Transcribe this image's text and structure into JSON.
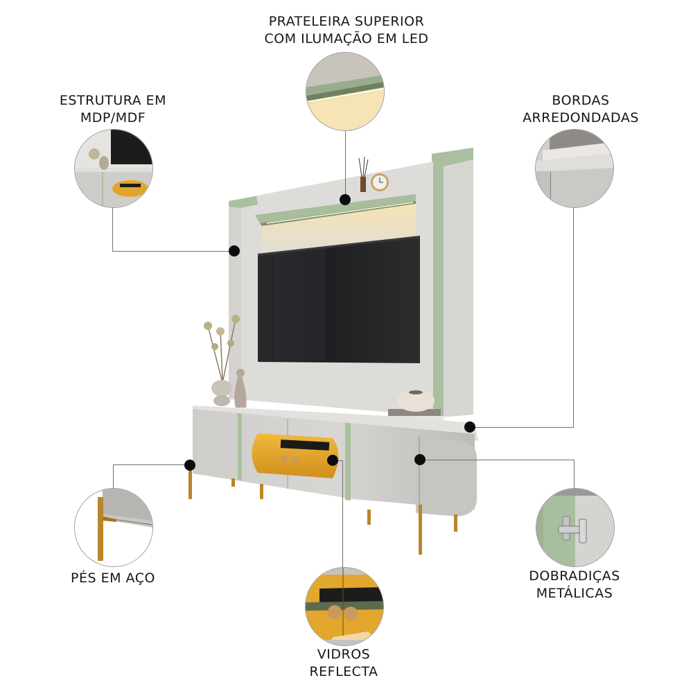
{
  "features": [
    {
      "id": "top-shelf",
      "lines": [
        "PRATELEIRA SUPERIOR",
        "COM ILUMAÇÃO EM LED"
      ]
    },
    {
      "id": "structure",
      "lines": [
        "ESTRUTURA EM",
        "MDP/MDF"
      ]
    },
    {
      "id": "rounded-edges",
      "lines": [
        "BORDAS",
        "ARREDONDADAS"
      ]
    },
    {
      "id": "steel-feet",
      "lines": [
        "PÉS EM AÇO"
      ]
    },
    {
      "id": "glass",
      "lines": [
        "VIDROS",
        "REFLECTA"
      ]
    },
    {
      "id": "hinges",
      "lines": [
        "DOBRADIÇAS",
        "METÁLICAS"
      ]
    }
  ],
  "colors": {
    "panel": "#dcdad7",
    "panel_shadow": "#c9c7c4",
    "sage": "#a8bfa0",
    "tv": "#1b1b1d",
    "gold": "#b8862a",
    "led": "#f6e2b0",
    "interior": "#e0a52a",
    "callout_line": "#6e6e6e",
    "dot": "#0c0c0c"
  }
}
